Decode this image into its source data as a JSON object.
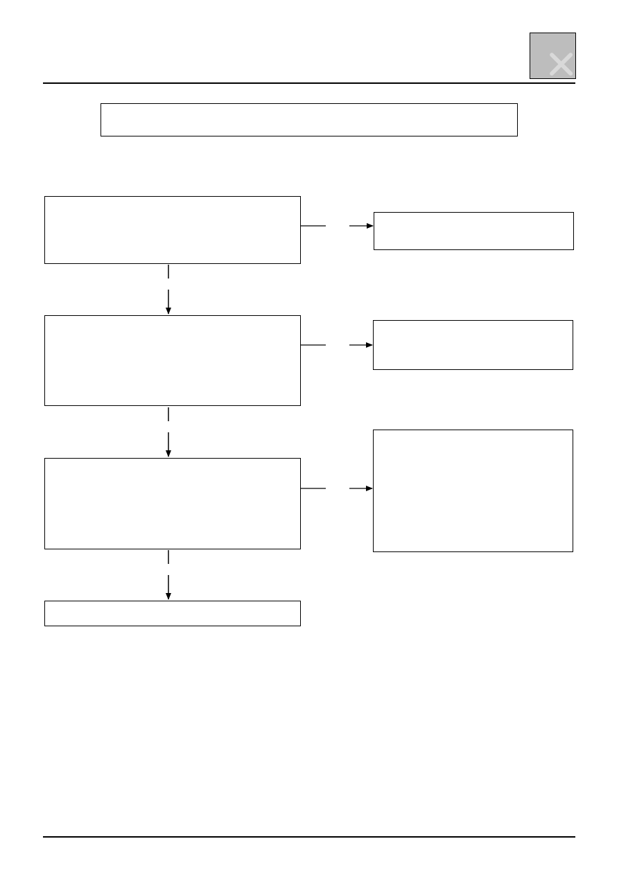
{
  "header": {
    "title": "",
    "tab_icon": "section-tab-x-icon",
    "tab_color": "#bdbdbd"
  },
  "diagram": {
    "title_box": "",
    "steps": [
      {
        "id": "step-1",
        "text": ""
      },
      {
        "id": "step-2",
        "text": ""
      },
      {
        "id": "step-3",
        "text": ""
      },
      {
        "id": "step-end",
        "text": ""
      }
    ],
    "outcomes": [
      {
        "id": "outcome-1",
        "text": ""
      },
      {
        "id": "outcome-2",
        "text": ""
      },
      {
        "id": "outcome-3",
        "text": ""
      }
    ]
  },
  "footer": {
    "text": ""
  }
}
